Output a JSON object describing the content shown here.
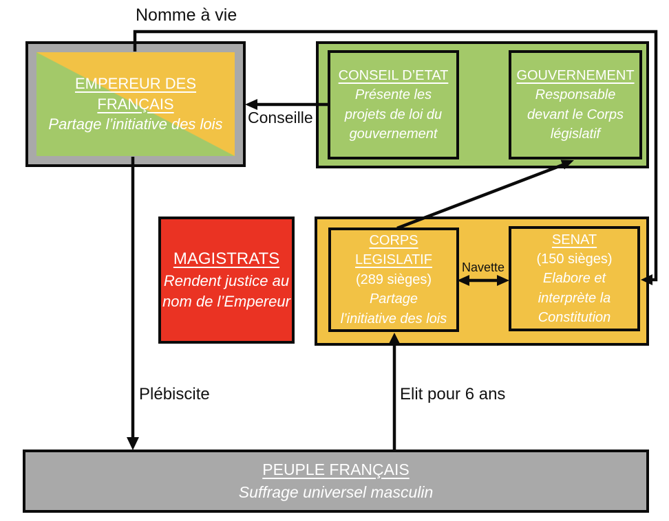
{
  "labels": {
    "nomme_a_vie": "Nomme à vie",
    "conseille": "Conseille",
    "navette": "Navette",
    "plebiscite": "Plébiscite",
    "elit_pour_6_ans": "Elit pour 6 ans"
  },
  "boxes": {
    "empereur": {
      "title": "EMPEREUR DES FRANÇAIS",
      "subtitle": "Partage l’initiative des lois"
    },
    "conseil_etat": {
      "title": "CONSEIL D’ETAT",
      "lines": [
        "Présente les",
        "projets de loi du",
        "gouvernement"
      ]
    },
    "gouvernement": {
      "title": "GOUVERNEMENT",
      "lines": [
        "Responsable",
        "devant le Corps",
        "législatif"
      ]
    },
    "magistrats": {
      "title": "MAGISTRATS",
      "lines": [
        "Rendent justice au",
        "nom de l’Empereur"
      ]
    },
    "corps_legislatif": {
      "title_line1": "CORPS",
      "title_line2": "LEGISLATIF",
      "seats": "(289 sièges)",
      "lines": [
        "Partage",
        "l’initiative des lois"
      ]
    },
    "senat": {
      "title": "SENAT",
      "seats": "(150 sièges)",
      "lines": [
        "Elabore et",
        "interprète la",
        "Constitution"
      ]
    },
    "peuple": {
      "title": "PEUPLE FRANÇAIS",
      "subtitle": "Suffrage universel masculin"
    }
  },
  "colors": {
    "green": "#a3c969",
    "yellow": "#f2c245",
    "red": "#ea3323",
    "gray": "#a9a9a9",
    "line": "#0b0b0b",
    "white": "#ffffff"
  }
}
